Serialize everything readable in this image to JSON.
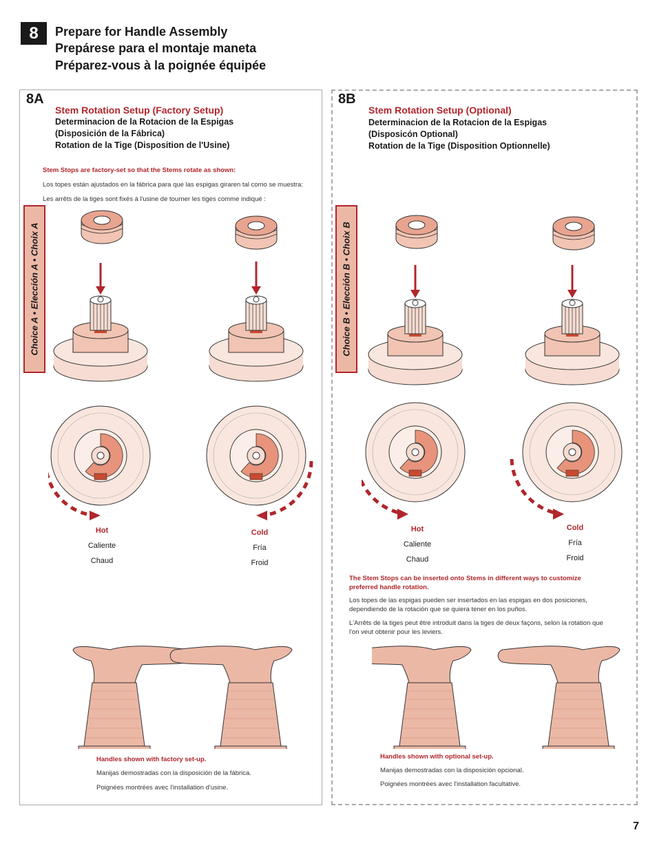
{
  "step": {
    "number": "8",
    "titles": [
      "Prepare for Handle Assembly",
      "Prepárese para el montaje maneta",
      "Préparez-vous à la poignée équipée"
    ]
  },
  "panel_a": {
    "label": "8A",
    "heading": "Stem Rotation Setup (Factory Setup)",
    "sub": [
      "Determinacion de la Rotacion de la Espigas",
      "(Disposición de la Fábrica)",
      "Rotation de la Tige (Disposition de l'Usine)"
    ],
    "note_en": "Stem Stops are factory-set so that the Stems rotate as shown:",
    "note_es": "Los topes están ajustados en la fábrica para que las espigas giraren tal como se muestra:",
    "note_fr": "Les arrêts de la tiges sont fixés à l'usine de tourner les tiges comme indiqué :",
    "choice": "Choice A  •  Elección A  •  Choix A",
    "hot": [
      "Hot",
      "Caliente",
      "Chaud"
    ],
    "cold": [
      "Cold",
      "Fría",
      "Froid"
    ],
    "handles": [
      "Handles shown with factory set-up.",
      "Manijas demostradas con la disposición de la fábrica.",
      "Poignées montrées avec l'installation d'usine."
    ]
  },
  "panel_b": {
    "label": "8B",
    "heading": "Stem Rotation Setup (Optional)",
    "sub": [
      "Determinacion de la Rotacion de la Espigas",
      "(Disposicón Optional)",
      "Rotation de la Tige (Disposition Optionnelle)"
    ],
    "choice": "Choice B  •  Elección B  •  Choix B",
    "hot": [
      "Hot",
      "Caliente",
      "Chaud"
    ],
    "cold": [
      "Cold",
      "Fría",
      "Froid"
    ],
    "note_en": "The Stem Stops can be inserted onto Stems in different ways to customize preferred handle rotation.",
    "note_es": "Los topes de las espigas pueden ser insertados en las espigas en dos posiciones, dependiendo de la rotación que se quiera tener en los puños.",
    "note_fr": "L'Arrêts de la tiges peut être introduit dans la tiges de deux façons, selon la rotation que l'on veut obtenir pour les leviers.",
    "handles": [
      "Handles shown with optional set-up.",
      "Manijas demostradas con la disposición opcional.",
      "Poignées montrées avec l'installation facultative."
    ]
  },
  "page_number": "7",
  "colors": {
    "accent": "#b0262c",
    "part_fill": "#f1c4b3",
    "part_dark": "#d98a76"
  }
}
